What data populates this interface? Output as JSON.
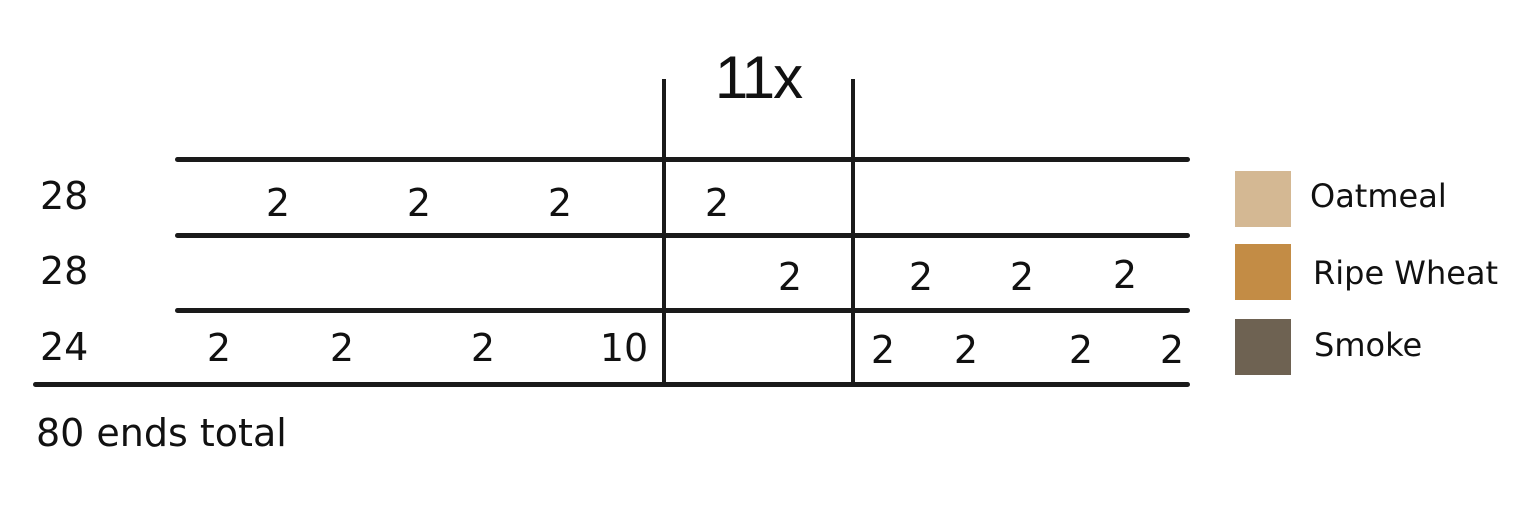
{
  "repeat": {
    "label": "11x"
  },
  "rows": [
    {
      "total": "28",
      "cells": [
        "2",
        "2",
        "2",
        "2"
      ]
    },
    {
      "total": "28",
      "cells": [
        "2",
        "2",
        "2",
        "2"
      ]
    },
    {
      "total": "24",
      "cells": [
        "2",
        "2",
        "2",
        "10",
        "2",
        "2",
        "2",
        "2"
      ]
    }
  ],
  "footer": {
    "total_label": "80 ends total"
  },
  "legend": [
    {
      "label": "Oatmeal",
      "color": "#D4B893"
    },
    {
      "label": "Ripe Wheat",
      "color": "#C38C45"
    },
    {
      "label": "Smoke",
      "color": "#6E6252"
    }
  ]
}
